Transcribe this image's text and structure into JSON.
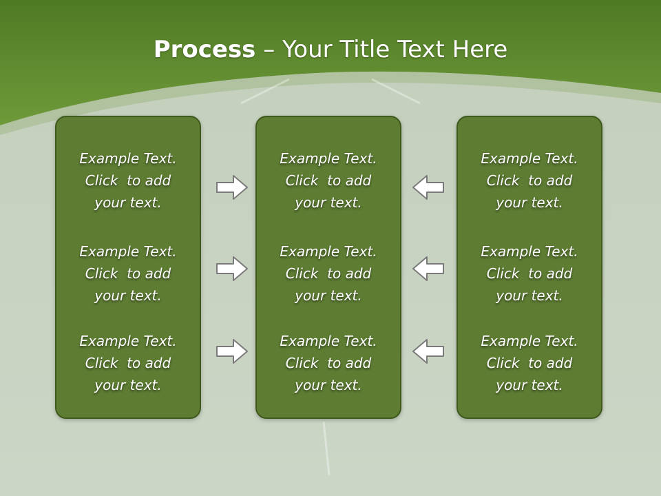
{
  "title": {
    "bold": "Process",
    "rest": " – Your Title Text Here"
  },
  "colors": {
    "header_green": "#5e8c2f",
    "panel_fill": "#5e7d33",
    "panel_border": "#3f5a1c",
    "background": "#c9d3c2",
    "arrow_fill": "#ffffff",
    "arrow_stroke": "#7a7a7a"
  },
  "columns": [
    {
      "id": "left",
      "items": [
        {
          "line1": "Example Text.",
          "line2": "Click  to add",
          "line3": "your text."
        },
        {
          "line1": "Example Text.",
          "line2": "Click  to add",
          "line3": "your text."
        },
        {
          "line1": "Example Text.",
          "line2": "Click  to add",
          "line3": "your text."
        }
      ]
    },
    {
      "id": "center",
      "items": [
        {
          "line1": "Example Text.",
          "line2": "Click  to add",
          "line3": "your text."
        },
        {
          "line1": "Example Text.",
          "line2": "Click  to add",
          "line3": "your text."
        },
        {
          "line1": "Example Text.",
          "line2": "Click  to add",
          "line3": "your text."
        }
      ]
    },
    {
      "id": "right",
      "items": [
        {
          "line1": "Example Text.",
          "line2": "Click  to add",
          "line3": "your text."
        },
        {
          "line1": "Example Text.",
          "line2": "Click  to add",
          "line3": "your text."
        },
        {
          "line1": "Example Text.",
          "line2": "Click  to add",
          "line3": "your text."
        }
      ]
    }
  ],
  "arrows": {
    "left_to_center": [
      "right-arrow-icon",
      "right-arrow-icon",
      "right-arrow-icon"
    ],
    "right_to_center": [
      "left-arrow-icon",
      "left-arrow-icon",
      "left-arrow-icon"
    ]
  }
}
